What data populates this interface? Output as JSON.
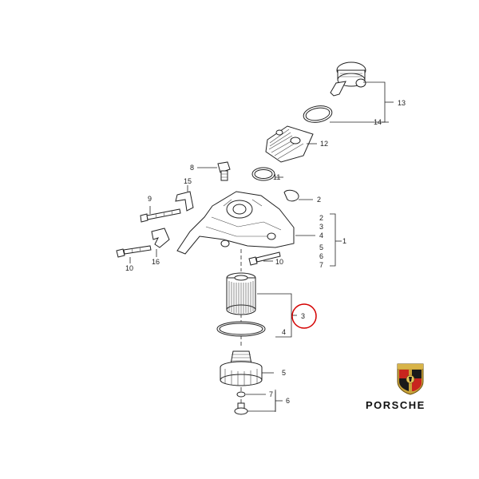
{
  "diagram": {
    "labels": {
      "p1": "1",
      "p2": "2",
      "p3": "3",
      "p4": "4",
      "p5": "5",
      "p6": "6",
      "p7": "7",
      "p8": "8",
      "p9": "9",
      "p10a": "10",
      "p10b": "10",
      "p11": "11",
      "p12": "12",
      "p13": "13",
      "p14": "14",
      "p15": "15",
      "p16": "16",
      "g1_2": "2",
      "g1_3": "3",
      "g1_4": "4",
      "g1_5": "5",
      "g1_6": "6",
      "g1_7": "7",
      "highlight": "3"
    },
    "highlight_color": "#d40000"
  },
  "brand": {
    "name": "PORSCHE"
  }
}
